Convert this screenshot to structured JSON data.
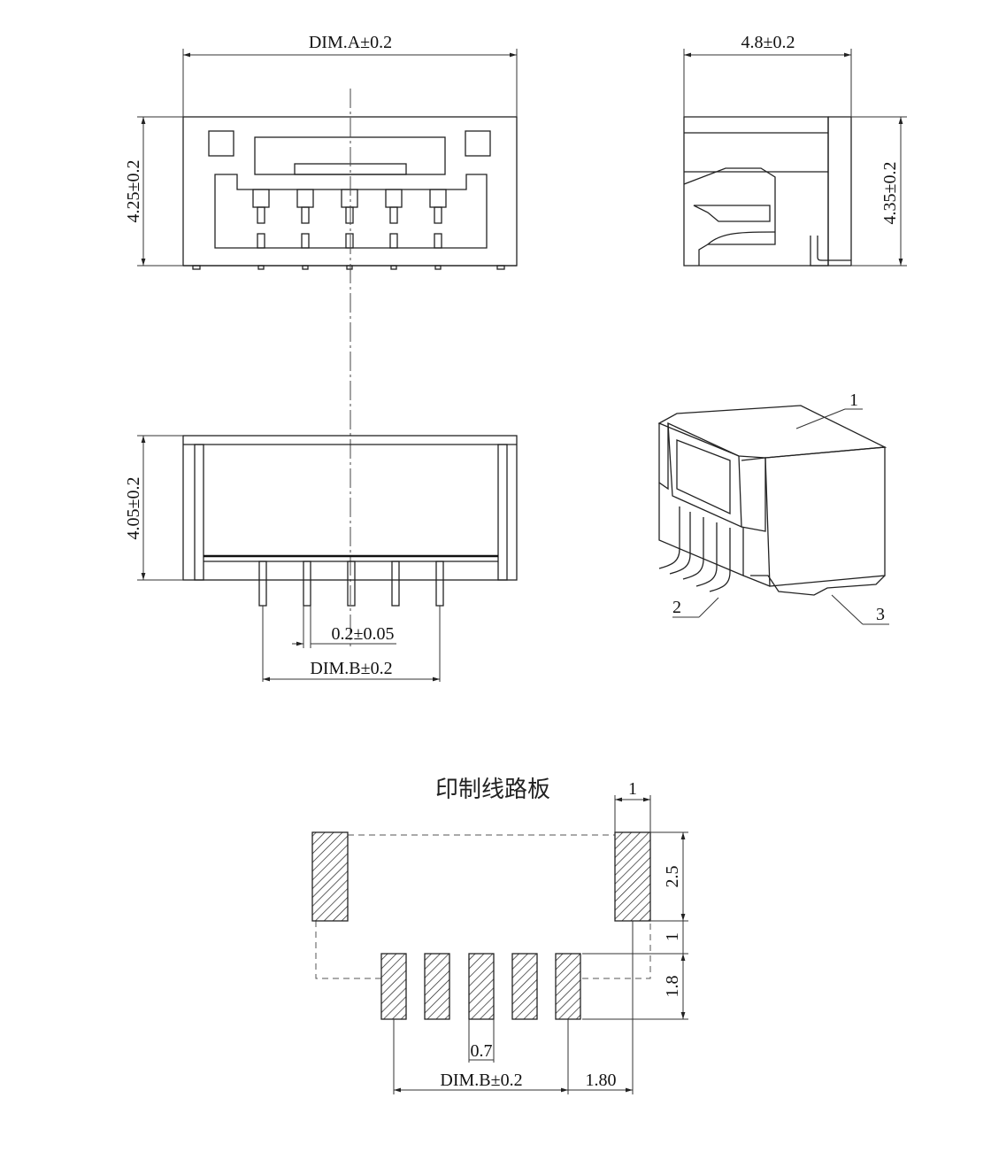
{
  "front_view": {
    "width_label": "DIM.A±0.2",
    "height_label": "4.25±0.2"
  },
  "side_view": {
    "width_label": "4.8±0.2",
    "height_label": "4.35±0.2"
  },
  "bottom_view": {
    "height_label": "4.05±0.2",
    "pin_width_label": "0.2±0.05",
    "span_label": "DIM.B±0.2"
  },
  "iso_view": {
    "callouts": [
      "1",
      "2",
      "3"
    ]
  },
  "pcb_layout": {
    "title": "印制线路板",
    "pad_width_label": "1",
    "pad_height_label": "2.5",
    "gap_label": "1",
    "signal_pad_height_label": "1.8",
    "pad_width_small_label": "0.7",
    "span_label": "DIM.B±0.2",
    "offset_label": "1.80"
  }
}
